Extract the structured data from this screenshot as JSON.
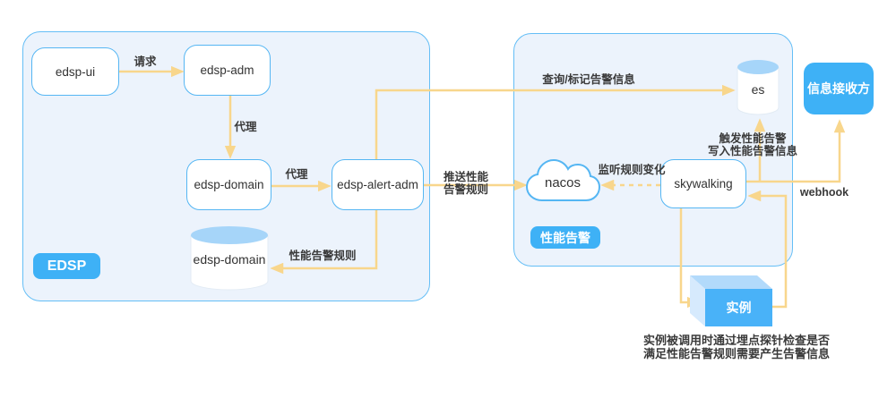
{
  "groups": {
    "edsp": {
      "badge": "EDSP"
    },
    "perf": {
      "badge": "性能告警"
    }
  },
  "nodes": {
    "edsp_ui": "edsp-ui",
    "edsp_adm": "edsp-adm",
    "edsp_domain": "edsp-domain",
    "edsp_alert_adm": "edsp-alert-adm",
    "edsp_domain_db": "edsp-domain",
    "nacos": "nacos",
    "skywalking": "skywalking",
    "es": "es",
    "receiver": "信息接收方",
    "instance": "实例"
  },
  "edges": {
    "request": "请求",
    "proxy_adm": "代理",
    "proxy_domain": "代理",
    "perf_alert_rule": "性能告警规则",
    "query_mark": "查询/标记告警信息",
    "push_rule_line1": "推送性能",
    "push_rule_line2": "告警规则",
    "listen_change": "监听规则变化",
    "trigger_line1": "触发性能告警",
    "trigger_line2": "写入性能告警信息",
    "webhook": "webhook"
  },
  "caption": {
    "line1": "实例被调用时通过埋点探针检查是否",
    "line2": "满足性能告警规则需要产生告警信息"
  },
  "colors": {
    "container_fill": "#ecf3fc",
    "container_border": "#64bef6",
    "node_border": "#55b6f3",
    "arrow": "#f8d68c",
    "accent_blue": "#3eb1f6",
    "cube_front": "#49b2f8",
    "cube_top": "#b2dafb",
    "cube_side": "#d6eafd",
    "cyl_top": "#a6d5f9",
    "text_dark": "#333333"
  }
}
